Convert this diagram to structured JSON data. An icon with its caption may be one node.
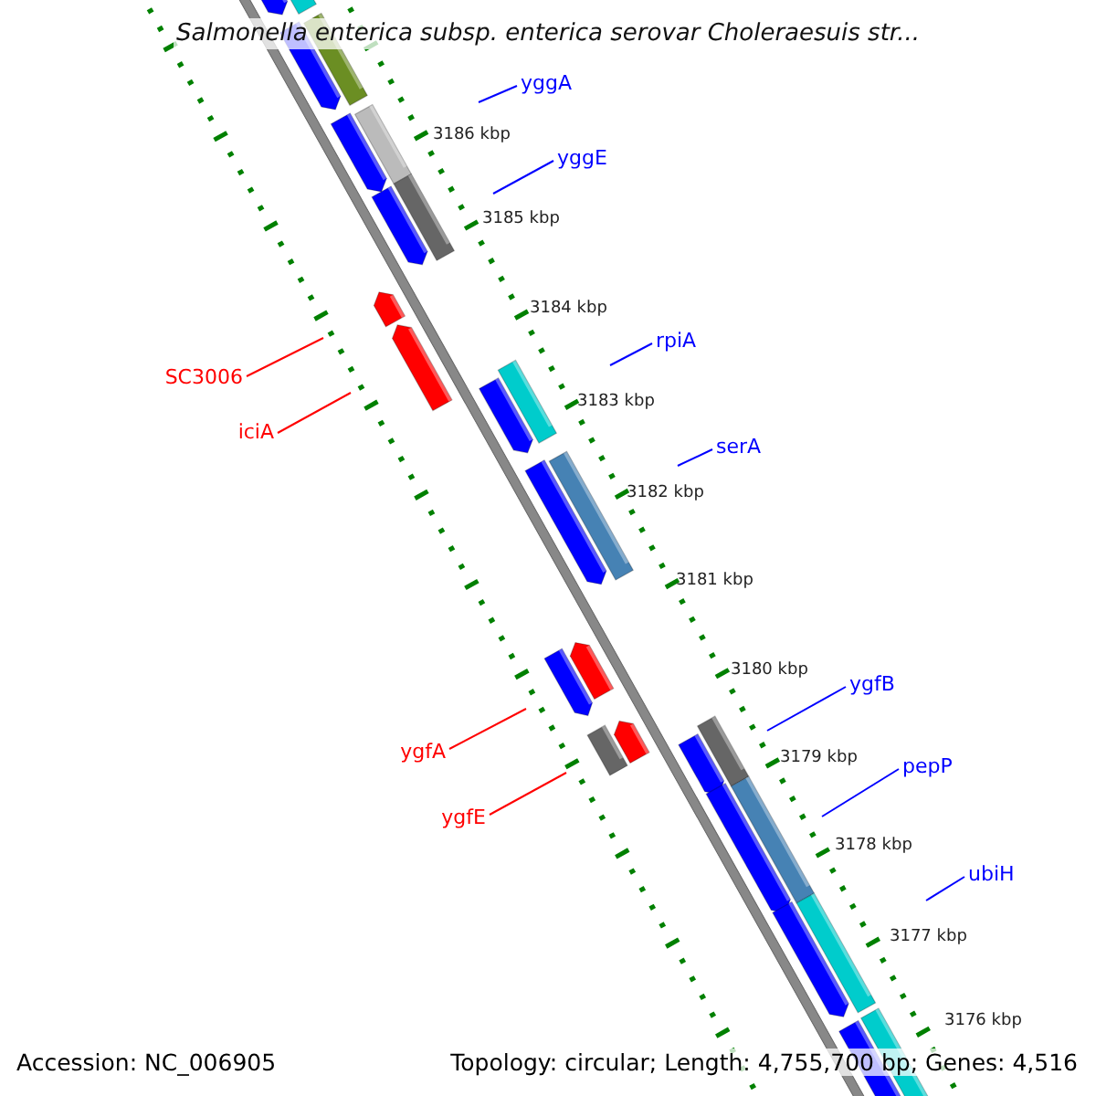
{
  "diagram": {
    "title": "Salmonella enterica subsp. enterica serovar Choleraesuis str...",
    "nodes": [
      {
        "text": [
          "yggA"
        ]
      },
      {
        "text": [
          "yggE"
        ]
      },
      {
        "text": [
          "rpiA"
        ]
      },
      {
        "text": [
          "serA"
        ]
      },
      {
        "text": [
          "ygfB"
        ]
      },
      {
        "text": [
          "pepP"
        ]
      },
      {
        "text": [
          "ubiH"
        ]
      },
      {
        "text": [
          "SC3006"
        ]
      },
      {
        "text": [
          "iciA"
        ]
      },
      {
        "text": [
          "ygfA"
        ]
      },
      {
        "text": [
          "ygfE"
        ]
      }
    ],
    "edges": [
      {
        "from": 0,
        "to": null,
        "arrow": "none"
      },
      {
        "from": 1,
        "to": null,
        "arrow": "none"
      },
      {
        "from": 2,
        "to": null,
        "arrow": "none"
      },
      {
        "from": 3,
        "to": null,
        "arrow": "none"
      },
      {
        "from": 4,
        "to": null,
        "arrow": "none"
      },
      {
        "from": 5,
        "to": null,
        "arrow": "none"
      },
      {
        "from": 6,
        "to": null,
        "arrow": "none"
      },
      {
        "from": 7,
        "to": null,
        "arrow": "none",
        "color": "#ff0000"
      },
      {
        "from": 8,
        "to": null,
        "arrow": "none",
        "color": "#ff0000"
      },
      {
        "from": 9,
        "to": null,
        "arrow": "none",
        "color": "#ff0000"
      },
      {
        "from": 10,
        "to": null,
        "arrow": "none",
        "color": "#ff0000"
      }
    ],
    "labels": [
      "3186 kbp",
      "3185 kbp",
      "3184 kbp",
      "3183 kbp",
      "3182 kbp",
      "3181 kbp",
      "3180 kbp",
      "3179 kbp",
      "3178 kbp",
      "3177 kbp",
      "3176 kbp",
      "Accession: NC_006905",
      "Topology: circular; Length: 4,755,700 bp; Genes: 4,516"
    ]
  }
}
